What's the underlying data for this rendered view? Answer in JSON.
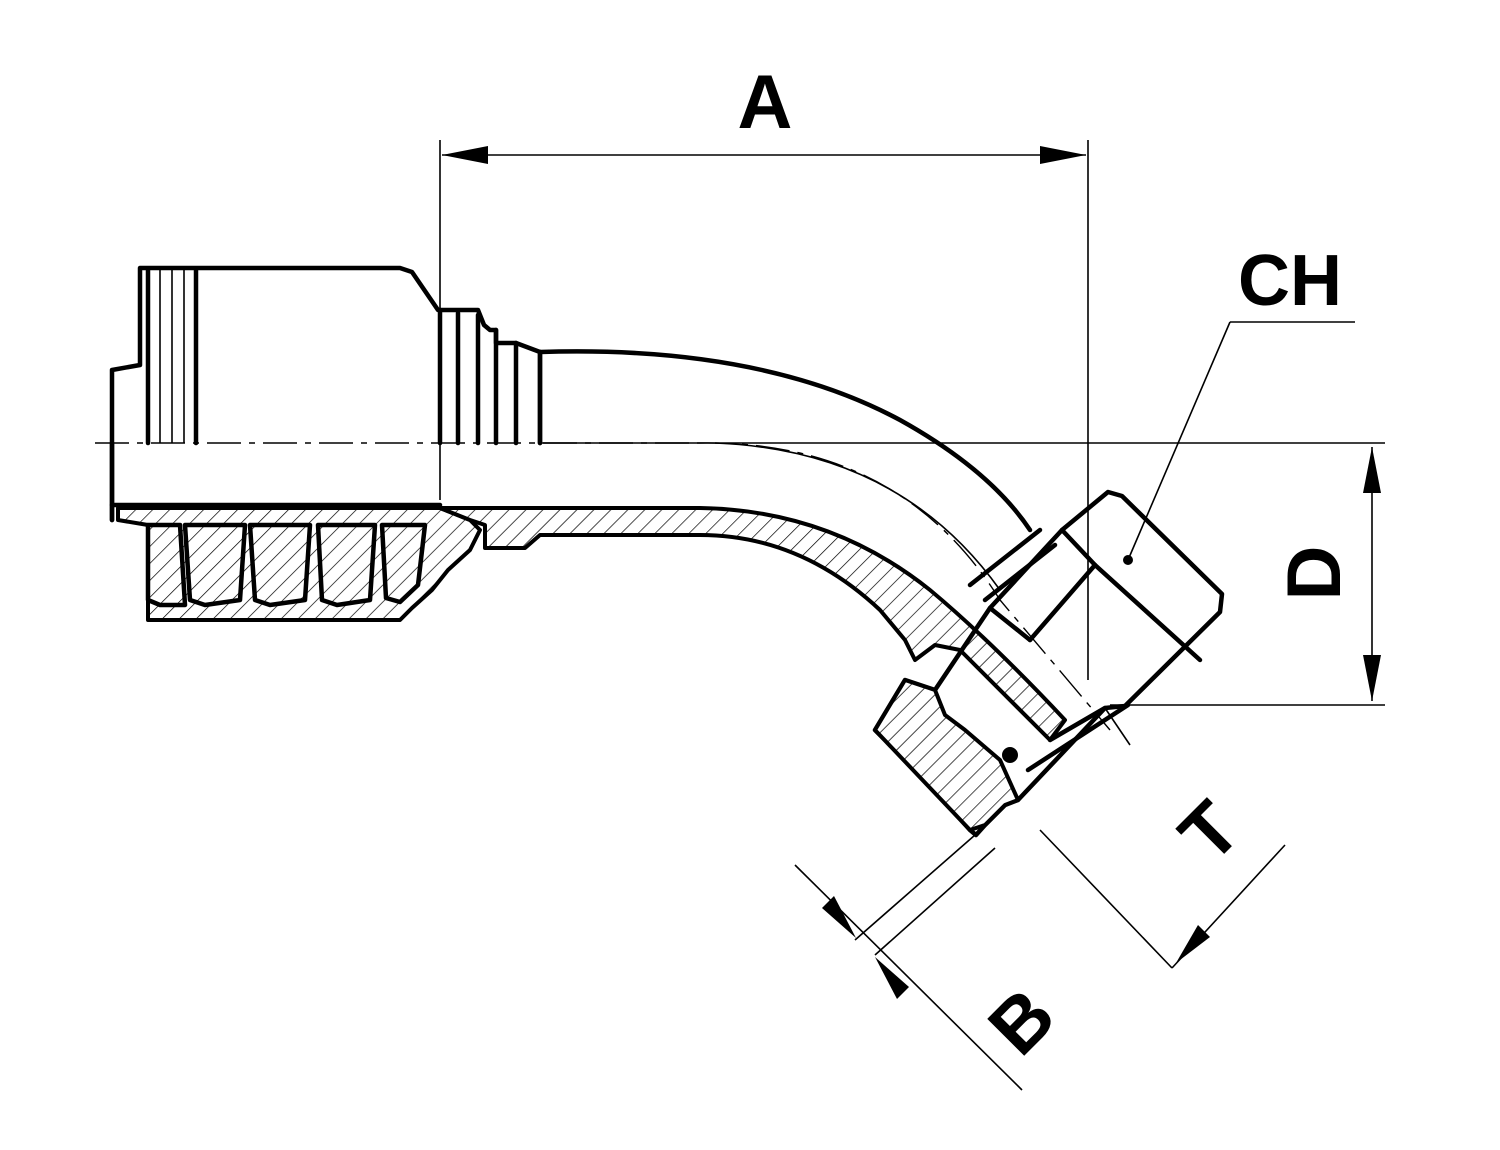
{
  "diagram": {
    "labels": {
      "a": "A",
      "ch": "CH",
      "d": "D",
      "t": "T",
      "b": "B"
    }
  },
  "colors": {
    "line": "#000000",
    "background": "#ffffff"
  }
}
